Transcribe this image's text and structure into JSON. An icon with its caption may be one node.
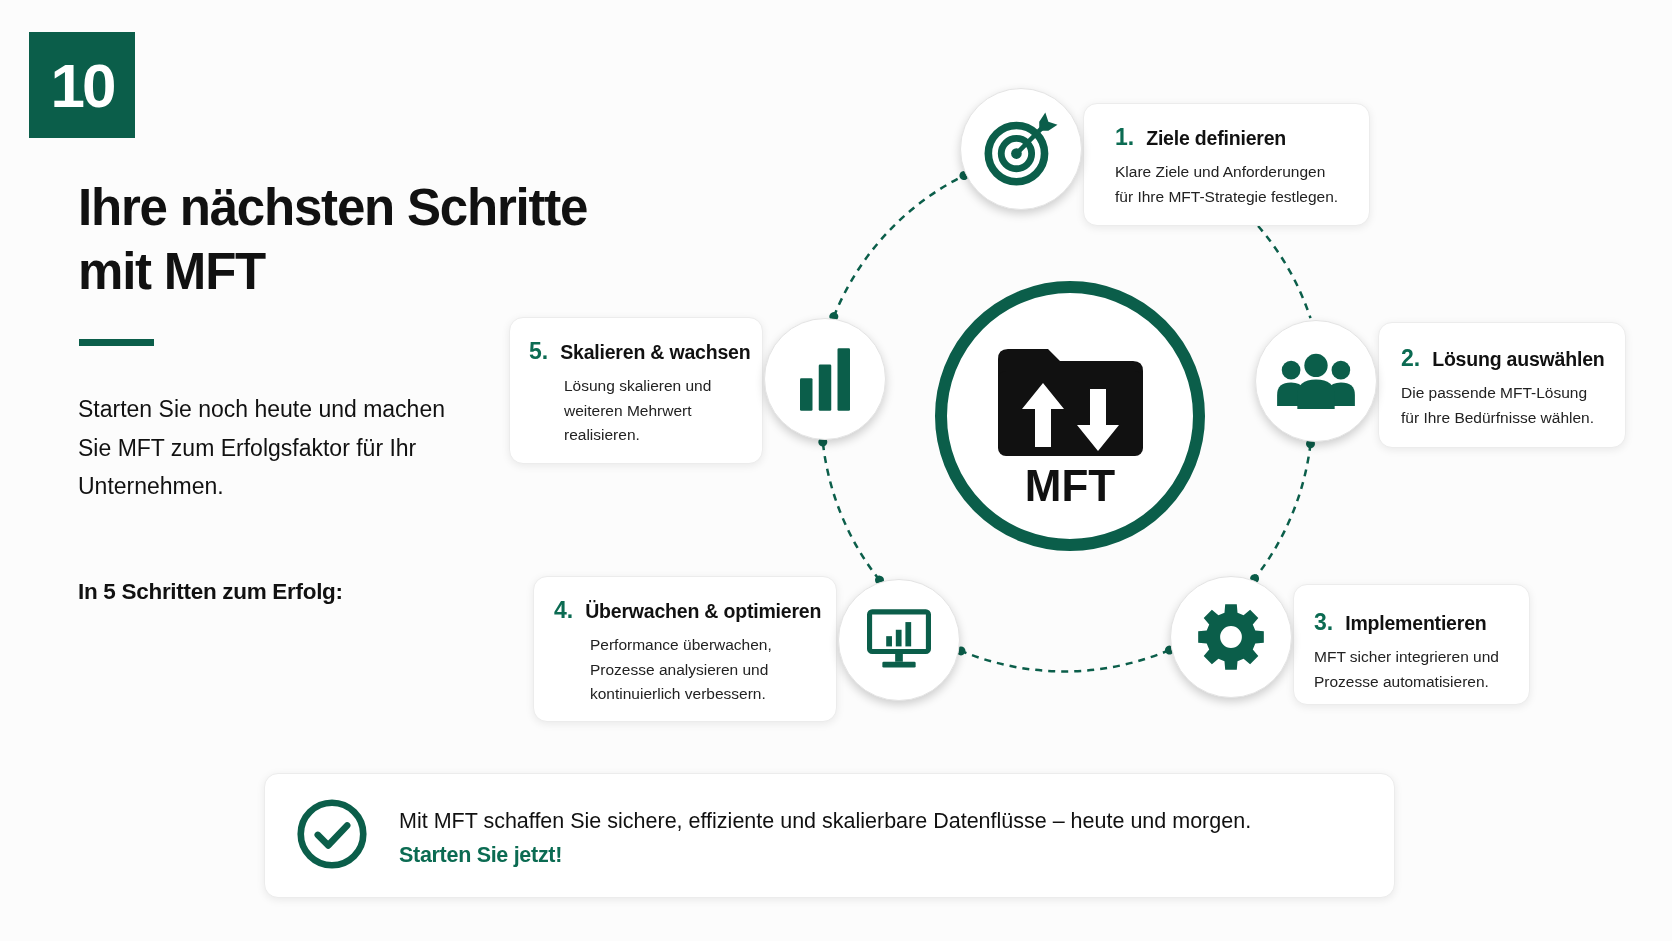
{
  "diagram": {
    "title": "Ihre nächsten Schritte mit MFT",
    "nodes": [
      {
        "text": [
          "10"
        ]
      },
      {
        "text": [],
        "shape": "circle"
      },
      {
        "text": [
          "1.",
          "Ziele definieren",
          "Klare Ziele und Anforderungen für Ihre MFT-Strategie festlegen."
        ]
      },
      {
        "text": [],
        "shape": "circle"
      },
      {
        "text": [
          "2.",
          "Lösung auswählen",
          "Die passende MFT-Lösung für Ihre Bedürfnisse wählen."
        ]
      },
      {
        "text": [],
        "shape": "circle"
      },
      {
        "text": [
          "3.",
          "Implementieren",
          "MFT sicher integrieren und Prozesse automatisieren."
        ]
      },
      {
        "text": [],
        "shape": "circle"
      },
      {
        "text": [
          "4.",
          "Überwachen & optimieren",
          "Performance überwachen, Prozesse analysieren und kontinuierlich verbessern."
        ]
      },
      {
        "text": [],
        "shape": "circle"
      },
      {
        "text": [
          "5.",
          "Skalieren & wachsen",
          "Lösung skalieren und weiteren Mehrwert realisieren."
        ]
      },
      {
        "text": [
          "MFT"
        ]
      },
      {
        "text": [
          "Mit MFT schaffen Sie sichere, effiziente und skalierbare Datenflüsse – heute und morgen.",
          "Starten Sie jetzt!"
        ]
      }
    ],
    "edges": [
      {
        "from": 2,
        "to": 3,
        "arrow": "none",
        "style": "dashed"
      },
      {
        "from": 3,
        "to": 5,
        "arrow": "other",
        "style": "dashed"
      },
      {
        "from": 5,
        "to": 7,
        "arrow": "other",
        "style": "dashed"
      },
      {
        "from": 7,
        "to": 9,
        "arrow": "other",
        "style": "dashed"
      },
      {
        "from": 9,
        "to": 1,
        "arrow": "other",
        "style": "dashed"
      }
    ],
    "labels": [
      "Starten Sie noch heute und machen Sie MFT zum Erfolgsfaktor für Ihr Unternehmen.",
      "In 5 Schritten zum Erfolg:"
    ]
  }
}
